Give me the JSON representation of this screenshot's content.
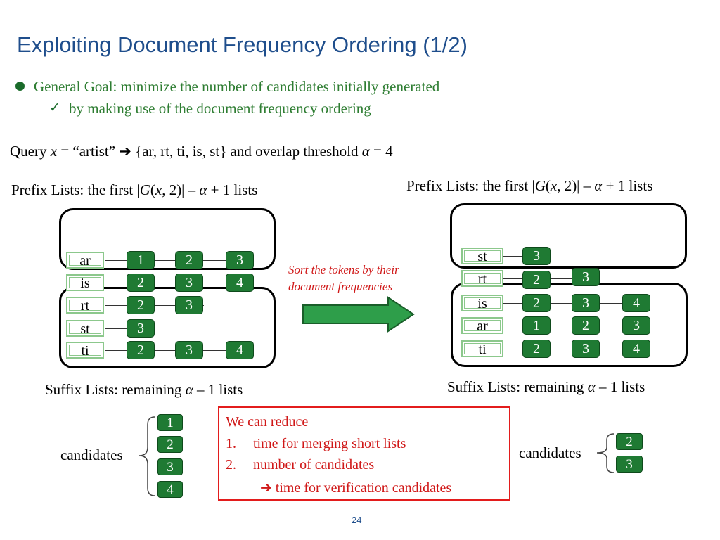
{
  "title": "Exploiting Document Frequency Ordering (1/2)",
  "bullet1": "General Goal: minimize the number of candidates initially generated",
  "bullet2": "by making use of the document frequency ordering",
  "query": {
    "pre": "Query ",
    "var": "x",
    "mid": " = “artist” ",
    "arrow": "➔",
    "post": " {ar, rt, ti, is, st} and overlap threshold ",
    "alpha": "α",
    "end": " = 4"
  },
  "prefix_caption": {
    "pre": "Prefix Lists: the first |",
    "G": "G",
    "paren_open": "(",
    "x": "x",
    "mid": ", 2)| – ",
    "alpha": "α",
    "post": " + 1 lists"
  },
  "suffix_caption": {
    "pre": "Suffix Lists: remaining ",
    "alpha": "α",
    "post": " – 1 lists"
  },
  "left_lists": [
    {
      "token": "ar",
      "ids": [
        "1",
        "2",
        "3"
      ]
    },
    {
      "token": "is",
      "ids": [
        "2",
        "3",
        "4"
      ]
    },
    {
      "token": "rt",
      "ids": [
        "2",
        "3"
      ]
    },
    {
      "token": "st",
      "ids": [
        "3"
      ]
    },
    {
      "token": "ti",
      "ids": [
        "2",
        "3",
        "4"
      ]
    }
  ],
  "right_lists": [
    {
      "token": "st",
      "ids": [
        "3"
      ]
    },
    {
      "token": "rt",
      "ids": [
        "2",
        "3"
      ]
    },
    {
      "token": "is",
      "ids": [
        "2",
        "3",
        "4"
      ]
    },
    {
      "token": "ar",
      "ids": [
        "1",
        "2",
        "3"
      ]
    },
    {
      "token": "ti",
      "ids": [
        "2",
        "3",
        "4"
      ]
    }
  ],
  "sort_note": [
    "Sort the tokens by their",
    "document frequencies"
  ],
  "candidates_label": "candidates",
  "left_candidates": [
    "1",
    "2",
    "3",
    "4"
  ],
  "right_candidates": [
    "2",
    "3"
  ],
  "reduce_box": {
    "heading": "We can reduce",
    "items": [
      {
        "num": "1.",
        "text": "time for merging short lists"
      },
      {
        "num": "2.",
        "text": "number of candidates"
      }
    ],
    "arrow": "➔",
    "arrow_text": "time for verification candidates"
  },
  "page_number": "24",
  "colors": {
    "title": "#1f4e8c",
    "bullet_text": "#2e7d32",
    "node_fill": "#1f7a33",
    "accent_red": "#d01818"
  }
}
